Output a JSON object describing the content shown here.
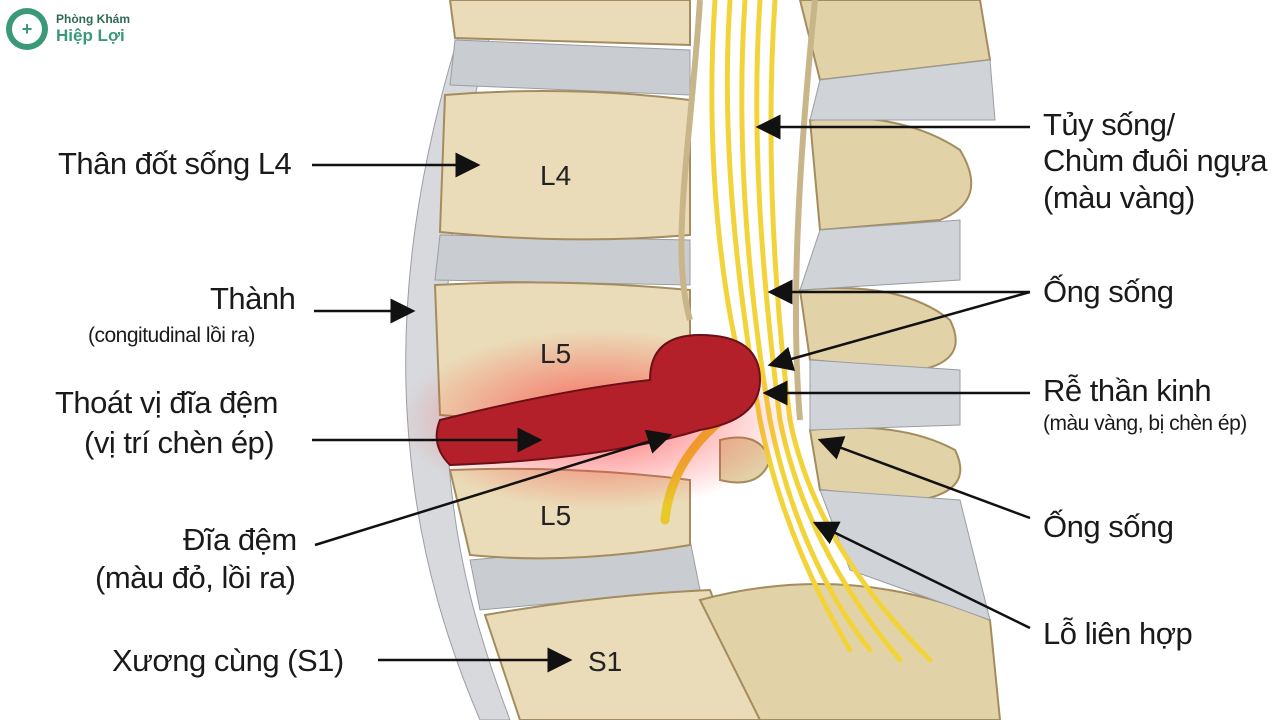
{
  "logo": {
    "line1": "Phòng Khám",
    "line2": "Hiệp Lợi"
  },
  "vertebrae": {
    "l4": "L4",
    "l5_upper": "L5",
    "l5_lower": "L5",
    "s1": "S1"
  },
  "labels_left": {
    "body_l4": "Thân đốt sống L4",
    "wall": "Thành",
    "wall_sub": "(congitudinal lồi ra)",
    "herniation": "Thoát vị đĩa đệm",
    "herniation_sub": "(vị trí chèn ép)",
    "disc": "Đĩa đệm",
    "disc_sub": "(màu đỏ, lồi ra)",
    "sacrum": "Xương cùng (S1)"
  },
  "labels_right": {
    "cord_1": "Tủy sống/",
    "cord_2": "Chùm đuôi ngựa",
    "cord_3": "(màu vàng)",
    "canal_1": "Ống sống",
    "root": "Rễ thần kinh",
    "root_sub": "(màu vàng, bị chèn ép)",
    "canal_2": "Ống sống",
    "foramen": "Lỗ liên hợp"
  },
  "colors": {
    "bone": "#eadcb8",
    "disc": "#c9ccd0",
    "nerve": "#f2d43a",
    "herniation": "#b3202a",
    "brand": "#3a9a78"
  }
}
